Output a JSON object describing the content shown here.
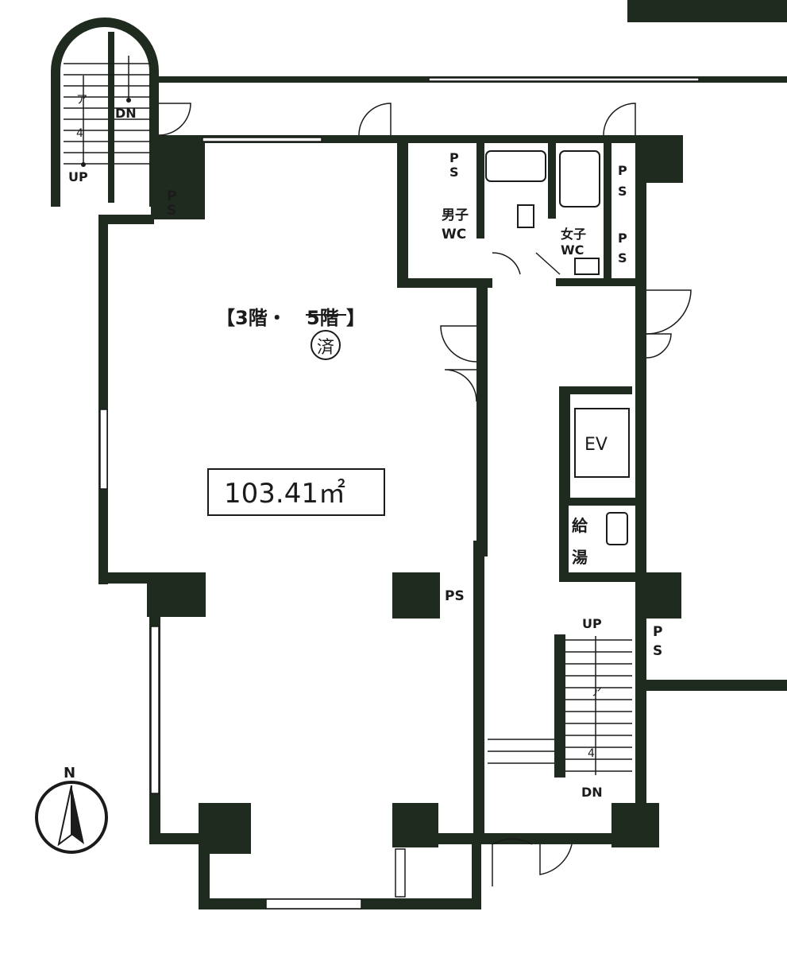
{
  "colors": {
    "wall": "#1e2b1e",
    "ink": "#1b1b1b",
    "paper": "#ffffff"
  },
  "floor": {
    "title_prefix": "【3階・",
    "title_struck": "5階",
    "title_suffix": "】",
    "stamp": "済",
    "area": "103.41㎡"
  },
  "labels": {
    "ps": "PS",
    "up": "UP",
    "dn": "DN",
    "mens_wc_1": "男子",
    "mens_wc_2": "WC",
    "womens_wc_1": "女子",
    "womens_wc_2": "WC",
    "ev": "EV",
    "kyuto_1": "給",
    "kyuto_2": "湯",
    "north": "N",
    "stair_arrow": "ア",
    "stair_num": "4"
  }
}
